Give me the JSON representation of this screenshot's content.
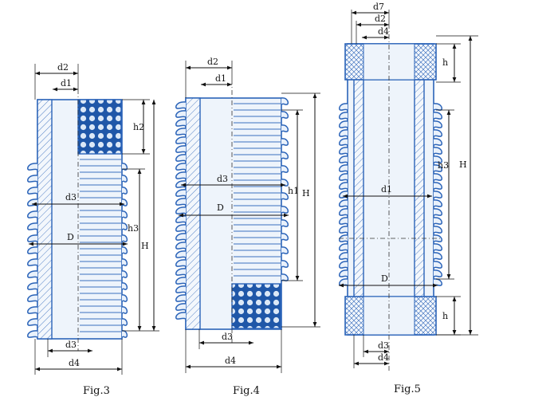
{
  "figures": [
    {
      "id": "fig3",
      "caption": "Fig.3",
      "labels": {
        "d2": "d2",
        "d1": "d1",
        "h2": "h2",
        "d3_inner": "d3",
        "h3": "h3",
        "D": "D",
        "H": "H",
        "d3_bottom": "d3",
        "d4": "d4"
      }
    },
    {
      "id": "fig4",
      "caption": "Fig.4",
      "labels": {
        "d2": "d2",
        "d1": "d1",
        "d3_inner": "d3",
        "h1": "h1",
        "H": "H",
        "D": "D",
        "d3_bottom": "d3",
        "d4": "d4"
      }
    },
    {
      "id": "fig5",
      "caption": "Fig.5",
      "labels": {
        "d7": "d7",
        "d2": "d2",
        "d4_top": "d4",
        "h_top": "h",
        "h3": "h3",
        "H": "H",
        "d1": "d1",
        "D": "D",
        "h_bottom": "h",
        "d3": "d3",
        "d4_bottom": "d4"
      }
    }
  ],
  "colors": {
    "line": "#2a63b8",
    "fill": "#eef4fb",
    "ink": "#111111"
  }
}
